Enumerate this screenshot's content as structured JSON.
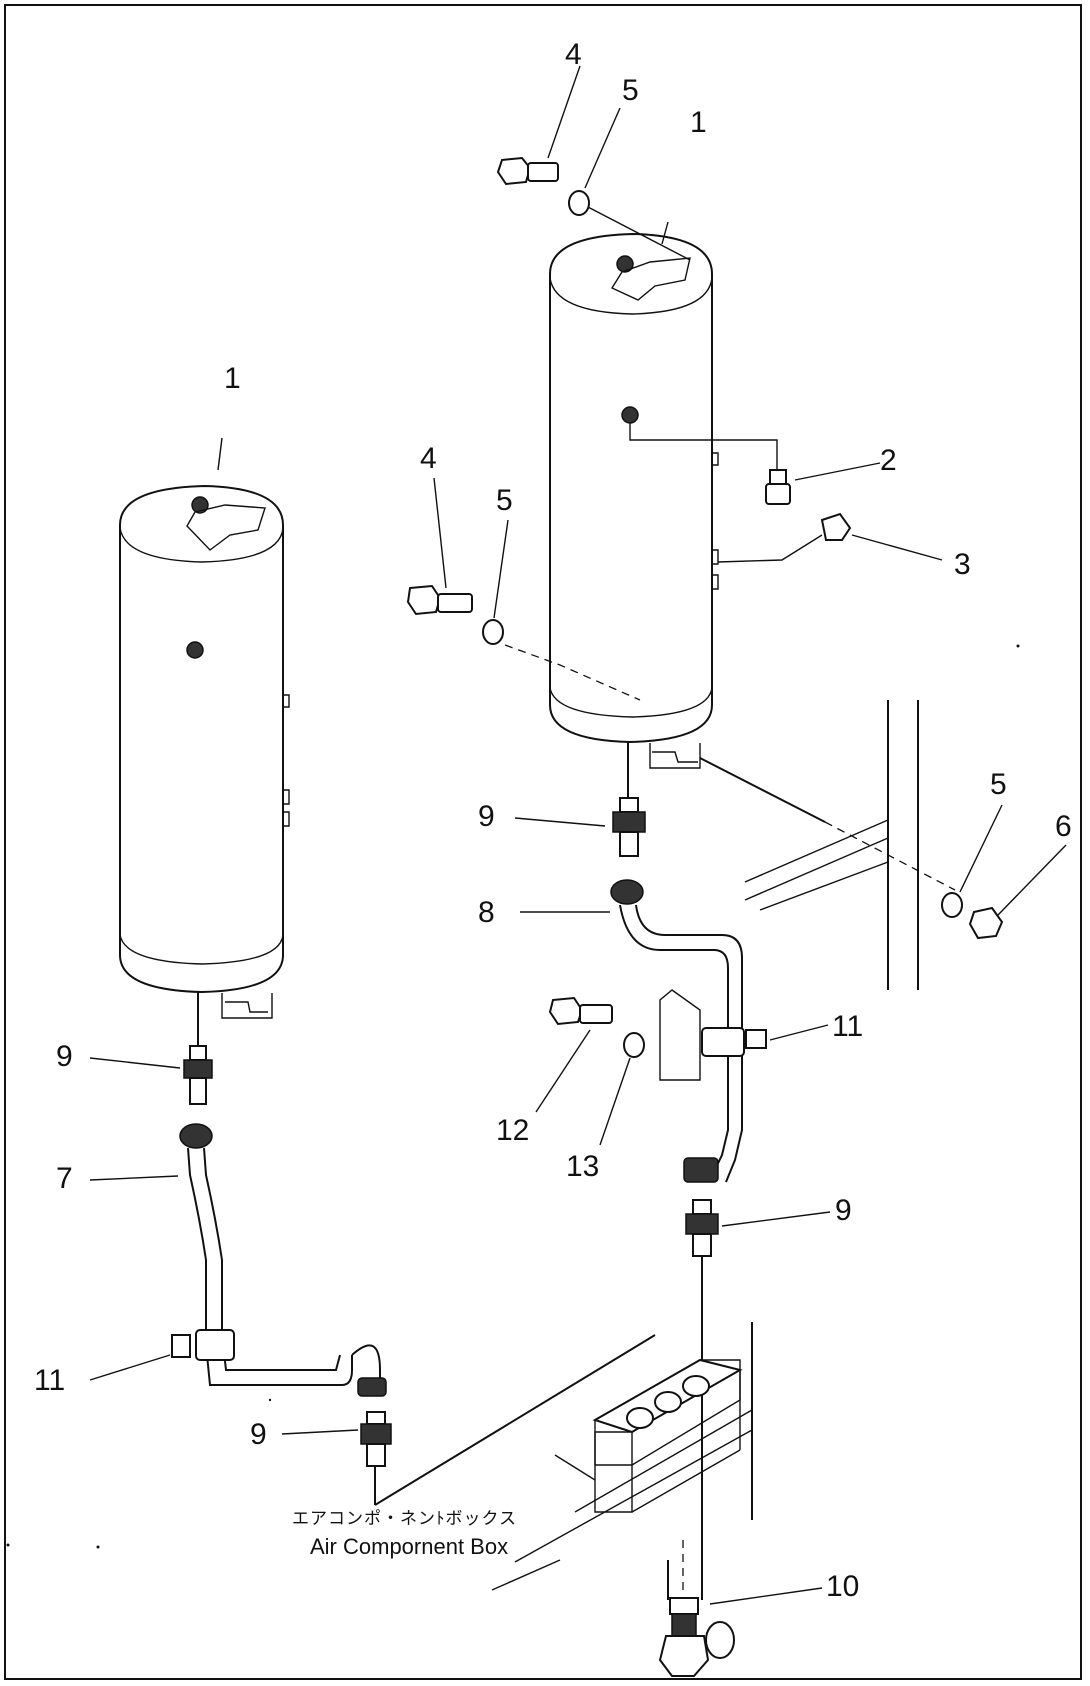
{
  "part_numbers": {
    "left_tank": "1",
    "right_tank": "1",
    "plug_2": "2",
    "plug_3": "3",
    "bolt_top": "4",
    "washer_top": "5",
    "bolt_mid": "4",
    "washer_mid": "5",
    "washer_right": "5",
    "nut_6": "6",
    "connector_right": "9",
    "pipe_8": "8",
    "clamp_right": "11",
    "bolt_12": "12",
    "washer_13": "13",
    "connector_lower_right": "9",
    "drain_valve_10": "10",
    "connector_left": "9",
    "pipe_7": "7",
    "clamp_left": "11",
    "connector_lower_left": "9"
  },
  "caption": {
    "japanese": "エアコンポ・ネンﾄボックス",
    "english": "Air Compornent Box"
  }
}
